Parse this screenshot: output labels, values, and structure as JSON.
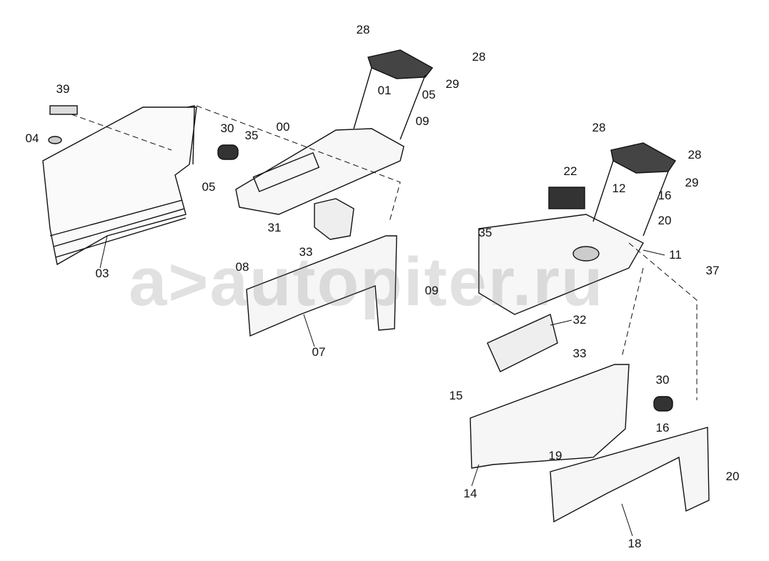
{
  "diagram": {
    "title": "Console cover parts exploded view",
    "watermark": "a>autopiter.ru",
    "labels": [
      "28",
      "28",
      "29",
      "39",
      "01",
      "05",
      "09",
      "00",
      "30",
      "35",
      "04",
      "05",
      "28",
      "28",
      "29",
      "22",
      "12",
      "16",
      "20",
      "31",
      "35",
      "11",
      "33",
      "03",
      "08",
      "37",
      "09",
      "32",
      "07",
      "33",
      "15",
      "30",
      "16",
      "19",
      "20",
      "14",
      "18"
    ]
  }
}
